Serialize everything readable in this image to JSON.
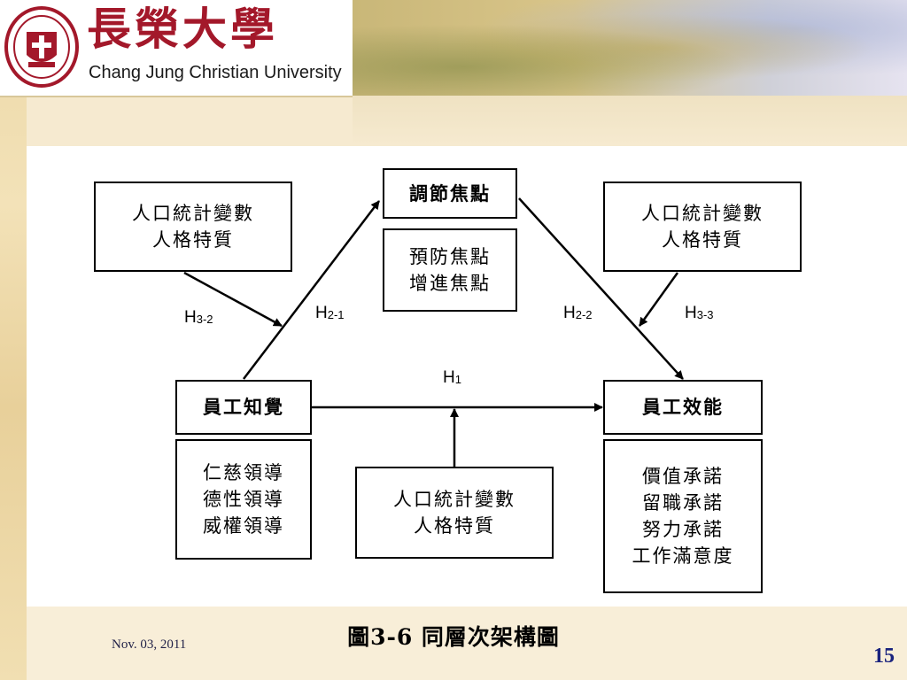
{
  "header": {
    "university_zh": "長榮大學",
    "university_en": "Chang Jung Christian University"
  },
  "diagram": {
    "moderator_title": "調節焦點",
    "moderator_items": [
      "預防焦點",
      "增進焦點"
    ],
    "control_top_left": [
      "人口統計變數",
      "人格特質"
    ],
    "control_top_right": [
      "人口統計變數",
      "人格特質"
    ],
    "control_bottom": [
      "人口統計變數",
      "人格特質"
    ],
    "independent_title": "員工知覺",
    "independent_items": [
      "仁慈領導",
      "德性領導",
      "威權領導"
    ],
    "dependent_title": "員工效能",
    "dependent_items": [
      "價值承諾",
      "留職承諾",
      "努力承諾",
      "工作滿意度"
    ],
    "hypotheses": {
      "h1": {
        "main": "H",
        "sub": "1"
      },
      "h2_1": {
        "main": "H",
        "sub": "2-1"
      },
      "h2_2": {
        "main": "H",
        "sub": "2-2"
      },
      "h3_2": {
        "main": "H",
        "sub": "3-2"
      },
      "h3_3": {
        "main": "H",
        "sub": "3-3"
      }
    }
  },
  "footer": {
    "caption": "圖3-6  同層次架構圖",
    "date": "Nov. 03, 2011",
    "page": "15"
  },
  "colors": {
    "brand_red": "#a3182a",
    "page_number": "#1a237e"
  }
}
